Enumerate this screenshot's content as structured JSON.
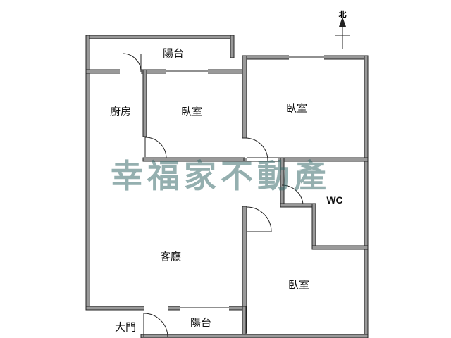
{
  "colors": {
    "wall": "#808080",
    "wall_edge": "#222222",
    "watermark": "#3c6e6e"
  },
  "labels": {
    "north": "北",
    "balcony_top": "陽台",
    "kitchen": "廚房",
    "bedroom_1": "臥室",
    "bedroom_2": "臥室",
    "bedroom_3": "臥室",
    "wc": "WC",
    "living_room": "客廳",
    "main_door": "大門",
    "balcony_bottom": "陽台"
  },
  "watermark": "幸福家不動產"
}
